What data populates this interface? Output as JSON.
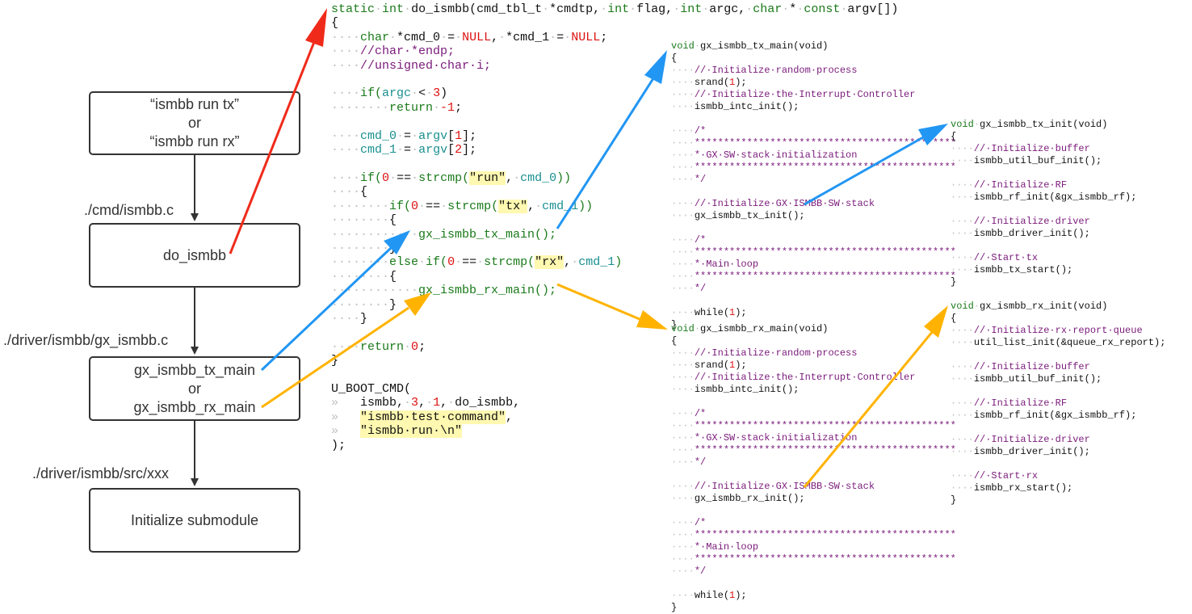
{
  "flow": {
    "box1": {
      "line1": "“ismbb run tx”",
      "line2": "or",
      "line3": "“ismbb run rx”"
    },
    "path1": "./cmd/ismbb.c",
    "box2": "do_ismbb",
    "path2": "./driver/ismbb/gx_ismbb.c",
    "box3": {
      "line1": "gx_ismbb_tx_main",
      "line2": "or",
      "line3": "gx_ismbb_rx_main"
    },
    "path3": "./driver/ismbb/src/xxx",
    "box4": "Initialize submodule"
  },
  "code_main": [
    [
      [
        "kw",
        "static"
      ],
      [
        "ws",
        "·"
      ],
      [
        "kw",
        "int"
      ],
      [
        "ws",
        "·"
      ],
      [
        "fn",
        "do_ismbb(cmd_tbl_t"
      ],
      [
        "ws",
        "·"
      ],
      [
        "fn",
        "*cmdtp,"
      ],
      [
        "ws",
        "·"
      ],
      [
        "kw",
        "int"
      ],
      [
        "ws",
        "·"
      ],
      [
        "fn",
        "flag,"
      ],
      [
        "ws",
        "·"
      ],
      [
        "kw",
        "int"
      ],
      [
        "ws",
        "·"
      ],
      [
        "fn",
        "argc,"
      ],
      [
        "ws",
        "·"
      ],
      [
        "kw",
        "char"
      ],
      [
        "ws",
        "·"
      ],
      [
        "fn",
        "*"
      ],
      [
        "ws",
        "·"
      ],
      [
        "kw",
        "const"
      ],
      [
        "ws",
        "·"
      ],
      [
        "fn",
        "argv[])"
      ]
    ],
    [
      [
        "fn",
        "{"
      ]
    ],
    [
      [
        "ws",
        "····"
      ],
      [
        "kw",
        "char"
      ],
      [
        "ws",
        "·"
      ],
      [
        "fn",
        "*cmd_0"
      ],
      [
        "ws",
        "·"
      ],
      [
        "fn",
        "="
      ],
      [
        "ws",
        "·"
      ],
      [
        "num",
        "NULL"
      ],
      [
        "fn",
        ","
      ],
      [
        "ws",
        "·"
      ],
      [
        "fn",
        "*cmd_1"
      ],
      [
        "ws",
        "·"
      ],
      [
        "fn",
        "="
      ],
      [
        "ws",
        "·"
      ],
      [
        "num",
        "NULL"
      ],
      [
        "fn",
        ";"
      ]
    ],
    [
      [
        "ws",
        "····"
      ],
      [
        "cm",
        "//char·*endp;"
      ]
    ],
    [
      [
        "ws",
        "····"
      ],
      [
        "cm",
        "//unsigned·char·i;"
      ]
    ],
    [
      [
        "fn",
        ""
      ]
    ],
    [
      [
        "ws",
        "····"
      ],
      [
        "kw",
        "if("
      ],
      [
        "vr",
        "argc"
      ],
      [
        "ws",
        "·"
      ],
      [
        "fn",
        "<"
      ],
      [
        "ws",
        "·"
      ],
      [
        "num",
        "3"
      ],
      [
        "fn",
        ")"
      ]
    ],
    [
      [
        "ws",
        "········"
      ],
      [
        "kw",
        "return"
      ],
      [
        "ws",
        "·"
      ],
      [
        "num",
        "-1"
      ],
      [
        "fn",
        ";"
      ]
    ],
    [
      [
        "fn",
        ""
      ]
    ],
    [
      [
        "ws",
        "····"
      ],
      [
        "vr",
        "cmd_0"
      ],
      [
        "ws",
        "·"
      ],
      [
        "fn",
        "="
      ],
      [
        "ws",
        "·"
      ],
      [
        "vr",
        "argv"
      ],
      [
        "fn",
        "["
      ],
      [
        "num",
        "1"
      ],
      [
        "fn",
        "];"
      ]
    ],
    [
      [
        "ws",
        "····"
      ],
      [
        "vr",
        "cmd_1"
      ],
      [
        "ws",
        "·"
      ],
      [
        "fn",
        "="
      ],
      [
        "ws",
        "·"
      ],
      [
        "vr",
        "argv"
      ],
      [
        "fn",
        "["
      ],
      [
        "num",
        "2"
      ],
      [
        "fn",
        "];"
      ]
    ],
    [
      [
        "fn",
        ""
      ]
    ],
    [
      [
        "ws",
        "····"
      ],
      [
        "kw",
        "if("
      ],
      [
        "num",
        "0"
      ],
      [
        "ws",
        "·"
      ],
      [
        "fn",
        "=="
      ],
      [
        "ws",
        "·"
      ],
      [
        "kw",
        "strcmp("
      ],
      [
        "str",
        "\"run\""
      ],
      [
        "fn",
        ","
      ],
      [
        "ws",
        "·"
      ],
      [
        "vr",
        "cmd_0"
      ],
      [
        "kw",
        "))"
      ]
    ],
    [
      [
        "ws",
        "····"
      ],
      [
        "fn",
        "{"
      ]
    ],
    [
      [
        "ws",
        "········"
      ],
      [
        "kw",
        "if("
      ],
      [
        "num",
        "0"
      ],
      [
        "ws",
        "·"
      ],
      [
        "fn",
        "=="
      ],
      [
        "ws",
        "·"
      ],
      [
        "kw",
        "strcmp("
      ],
      [
        "str",
        "\"tx\""
      ],
      [
        "fn",
        ","
      ],
      [
        "ws",
        "·"
      ],
      [
        "vr",
        "cmd_1"
      ],
      [
        "kw",
        "))"
      ]
    ],
    [
      [
        "ws",
        "········"
      ],
      [
        "fn",
        "{"
      ]
    ],
    [
      [
        "ws",
        "············"
      ],
      [
        "kw",
        "gx_ismbb_tx_main();"
      ]
    ],
    [
      [
        "ws",
        "········"
      ],
      [
        "fn",
        "}"
      ]
    ],
    [
      [
        "ws",
        "········"
      ],
      [
        "kw",
        "else"
      ],
      [
        "ws",
        "·"
      ],
      [
        "kw",
        "if("
      ],
      [
        "num",
        "0"
      ],
      [
        "ws",
        "·"
      ],
      [
        "fn",
        "=="
      ],
      [
        "ws",
        "·"
      ],
      [
        "kw",
        "strcmp("
      ],
      [
        "str",
        "\"rx\""
      ],
      [
        "fn",
        ","
      ],
      [
        "ws",
        "·"
      ],
      [
        "vr",
        "cmd_1"
      ],
      [
        "kw",
        ")"
      ]
    ],
    [
      [
        "ws",
        "········"
      ],
      [
        "fn",
        "{"
      ]
    ],
    [
      [
        "ws",
        "············"
      ],
      [
        "kw",
        "gx_ismbb_rx_main();"
      ]
    ],
    [
      [
        "ws",
        "········"
      ],
      [
        "fn",
        "}"
      ]
    ],
    [
      [
        "ws",
        "····"
      ],
      [
        "fn",
        "}"
      ]
    ],
    [
      [
        "fn",
        ""
      ]
    ],
    [
      [
        "ws",
        "····"
      ],
      [
        "kw",
        "return"
      ],
      [
        "ws",
        "·"
      ],
      [
        "num",
        "0"
      ],
      [
        "fn",
        ";"
      ]
    ],
    [
      [
        "fn",
        "}"
      ]
    ],
    [
      [
        "fn",
        ""
      ]
    ],
    [
      [
        "fn",
        "U_BOOT_CMD("
      ]
    ],
    [
      [
        "ws",
        "»   "
      ],
      [
        "fn",
        "ismbb,"
      ],
      [
        "ws",
        "·"
      ],
      [
        "num",
        "3"
      ],
      [
        "fn",
        ","
      ],
      [
        "ws",
        "·"
      ],
      [
        "num",
        "1"
      ],
      [
        "fn",
        ","
      ],
      [
        "ws",
        "·"
      ],
      [
        "fn",
        "do_ismbb,"
      ]
    ],
    [
      [
        "ws",
        "»   "
      ],
      [
        "str",
        "\"ismbb·test·command\""
      ],
      [
        "fn",
        ","
      ]
    ],
    [
      [
        "ws",
        "»   "
      ],
      [
        "str",
        "\"ismbb·run·\\n\""
      ]
    ],
    [
      [
        "fn",
        ");"
      ]
    ]
  ],
  "code_tx_main": [
    [
      [
        "kw",
        "void"
      ],
      [
        "ws",
        "·"
      ],
      [
        "fn",
        "gx_ismbb_tx_main(void)"
      ]
    ],
    [
      [
        "fn",
        "{"
      ]
    ],
    [
      [
        "ws",
        "····"
      ],
      [
        "cm",
        "//·Initialize·random·process"
      ]
    ],
    [
      [
        "ws",
        "····"
      ],
      [
        "fn",
        "srand("
      ],
      [
        "num",
        "1"
      ],
      [
        "fn",
        ");"
      ]
    ],
    [
      [
        "ws",
        "····"
      ],
      [
        "cm",
        "//·Initialize·the·Interrupt·Controller"
      ]
    ],
    [
      [
        "ws",
        "····"
      ],
      [
        "fn",
        "ismbb_intc_init();"
      ]
    ],
    [
      [
        "fn",
        ""
      ]
    ],
    [
      [
        "ws",
        "····"
      ],
      [
        "cm",
        "/*"
      ]
    ],
    [
      [
        "ws",
        "····"
      ],
      [
        "cm",
        "*********************************************"
      ]
    ],
    [
      [
        "ws",
        "····"
      ],
      [
        "cm",
        "*·GX·SW·stack·initialization"
      ]
    ],
    [
      [
        "ws",
        "····"
      ],
      [
        "cm",
        "*********************************************"
      ]
    ],
    [
      [
        "ws",
        "····"
      ],
      [
        "cm",
        "*/"
      ]
    ],
    [
      [
        "fn",
        ""
      ]
    ],
    [
      [
        "ws",
        "····"
      ],
      [
        "cm",
        "//·Initialize·GX·ISMBB·SW·stack"
      ]
    ],
    [
      [
        "ws",
        "····"
      ],
      [
        "fn",
        "gx_ismbb_tx_init();"
      ]
    ],
    [
      [
        "fn",
        ""
      ]
    ],
    [
      [
        "ws",
        "····"
      ],
      [
        "cm",
        "/*"
      ]
    ],
    [
      [
        "ws",
        "····"
      ],
      [
        "cm",
        "*********************************************"
      ]
    ],
    [
      [
        "ws",
        "····"
      ],
      [
        "cm",
        "*·Main·loop"
      ]
    ],
    [
      [
        "ws",
        "····"
      ],
      [
        "cm",
        "*********************************************"
      ]
    ],
    [
      [
        "ws",
        "····"
      ],
      [
        "cm",
        "*/"
      ]
    ],
    [
      [
        "fn",
        ""
      ]
    ],
    [
      [
        "ws",
        "····"
      ],
      [
        "fn",
        "while("
      ],
      [
        "num",
        "1"
      ],
      [
        "fn",
        ");"
      ]
    ],
    [
      [
        "fn",
        "}"
      ]
    ]
  ],
  "code_rx_main": [
    [
      [
        "kw",
        "void"
      ],
      [
        "ws",
        "·"
      ],
      [
        "fn",
        "gx_ismbb_rx_main(void)"
      ]
    ],
    [
      [
        "fn",
        "{"
      ]
    ],
    [
      [
        "ws",
        "····"
      ],
      [
        "cm",
        "//·Initialize·random·process"
      ]
    ],
    [
      [
        "ws",
        "····"
      ],
      [
        "fn",
        "srand("
      ],
      [
        "num",
        "1"
      ],
      [
        "fn",
        ");"
      ]
    ],
    [
      [
        "ws",
        "····"
      ],
      [
        "cm",
        "//·Initialize·the·Interrupt·Controller"
      ]
    ],
    [
      [
        "ws",
        "····"
      ],
      [
        "fn",
        "ismbb_intc_init();"
      ]
    ],
    [
      [
        "fn",
        ""
      ]
    ],
    [
      [
        "ws",
        "····"
      ],
      [
        "cm",
        "/*"
      ]
    ],
    [
      [
        "ws",
        "····"
      ],
      [
        "cm",
        "*********************************************"
      ]
    ],
    [
      [
        "ws",
        "····"
      ],
      [
        "cm",
        "*·GX·SW·stack·initialization"
      ]
    ],
    [
      [
        "ws",
        "····"
      ],
      [
        "cm",
        "*********************************************"
      ]
    ],
    [
      [
        "ws",
        "····"
      ],
      [
        "cm",
        "*/"
      ]
    ],
    [
      [
        "fn",
        ""
      ]
    ],
    [
      [
        "ws",
        "····"
      ],
      [
        "cm",
        "//·Initialize·GX·ISMBB·SW·stack"
      ]
    ],
    [
      [
        "ws",
        "····"
      ],
      [
        "fn",
        "gx_ismbb_rx_init();"
      ]
    ],
    [
      [
        "fn",
        ""
      ]
    ],
    [
      [
        "ws",
        "····"
      ],
      [
        "cm",
        "/*"
      ]
    ],
    [
      [
        "ws",
        "····"
      ],
      [
        "cm",
        "*********************************************"
      ]
    ],
    [
      [
        "ws",
        "····"
      ],
      [
        "cm",
        "*·Main·loop"
      ]
    ],
    [
      [
        "ws",
        "····"
      ],
      [
        "cm",
        "*********************************************"
      ]
    ],
    [
      [
        "ws",
        "····"
      ],
      [
        "cm",
        "*/"
      ]
    ],
    [
      [
        "fn",
        ""
      ]
    ],
    [
      [
        "ws",
        "····"
      ],
      [
        "fn",
        "while("
      ],
      [
        "num",
        "1"
      ],
      [
        "fn",
        ");"
      ]
    ],
    [
      [
        "fn",
        "}"
      ]
    ]
  ],
  "code_tx_init": [
    [
      [
        "kw",
        "void"
      ],
      [
        "ws",
        "·"
      ],
      [
        "fn",
        "gx_ismbb_tx_init(void)"
      ]
    ],
    [
      [
        "fn",
        "{"
      ]
    ],
    [
      [
        "ws",
        "····"
      ],
      [
        "cm",
        "//·Initialize·buffer"
      ]
    ],
    [
      [
        "ws",
        "····"
      ],
      [
        "fn",
        "ismbb_util_buf_init();"
      ]
    ],
    [
      [
        "fn",
        ""
      ]
    ],
    [
      [
        "ws",
        "····"
      ],
      [
        "cm",
        "//·Initialize·RF"
      ]
    ],
    [
      [
        "ws",
        "····"
      ],
      [
        "fn",
        "ismbb_rf_init(&gx_ismbb_rf);"
      ]
    ],
    [
      [
        "fn",
        ""
      ]
    ],
    [
      [
        "ws",
        "····"
      ],
      [
        "cm",
        "//·Initialize·driver"
      ]
    ],
    [
      [
        "ws",
        "····"
      ],
      [
        "fn",
        "ismbb_driver_init();"
      ]
    ],
    [
      [
        "fn",
        ""
      ]
    ],
    [
      [
        "ws",
        "····"
      ],
      [
        "cm",
        "//·Start·tx"
      ]
    ],
    [
      [
        "ws",
        "····"
      ],
      [
        "fn",
        "ismbb_tx_start();"
      ]
    ],
    [
      [
        "fn",
        "}"
      ]
    ]
  ],
  "code_rx_init": [
    [
      [
        "kw",
        "void"
      ],
      [
        "ws",
        "·"
      ],
      [
        "fn",
        "gx_ismbb_rx_init(void)"
      ]
    ],
    [
      [
        "fn",
        "{"
      ]
    ],
    [
      [
        "ws",
        "····"
      ],
      [
        "cm",
        "//·Initialize·rx·report·queue"
      ]
    ],
    [
      [
        "ws",
        "····"
      ],
      [
        "fn",
        "util_list_init(&queue_rx_report);"
      ]
    ],
    [
      [
        "fn",
        ""
      ]
    ],
    [
      [
        "ws",
        "····"
      ],
      [
        "cm",
        "//·Initialize·buffer"
      ]
    ],
    [
      [
        "ws",
        "····"
      ],
      [
        "fn",
        "ismbb_util_buf_init();"
      ]
    ],
    [
      [
        "fn",
        ""
      ]
    ],
    [
      [
        "ws",
        "····"
      ],
      [
        "cm",
        "//·Initialize·RF"
      ]
    ],
    [
      [
        "ws",
        "····"
      ],
      [
        "fn",
        "ismbb_rf_init(&gx_ismbb_rf);"
      ]
    ],
    [
      [
        "fn",
        ""
      ]
    ],
    [
      [
        "ws",
        "····"
      ],
      [
        "cm",
        "//·Initialize·driver"
      ]
    ],
    [
      [
        "ws",
        "····"
      ],
      [
        "fn",
        "ismbb_driver_init();"
      ]
    ],
    [
      [
        "fn",
        ""
      ]
    ],
    [
      [
        "ws",
        "····"
      ],
      [
        "cm",
        "//·Start·rx"
      ]
    ],
    [
      [
        "ws",
        "····"
      ],
      [
        "fn",
        "ismbb_rx_start();"
      ]
    ],
    [
      [
        "fn",
        "}"
      ]
    ]
  ],
  "arrow_colors": {
    "red": "#f02a1a",
    "blue": "#2196f3",
    "orange": "#ffb300",
    "flow": "#333333"
  }
}
